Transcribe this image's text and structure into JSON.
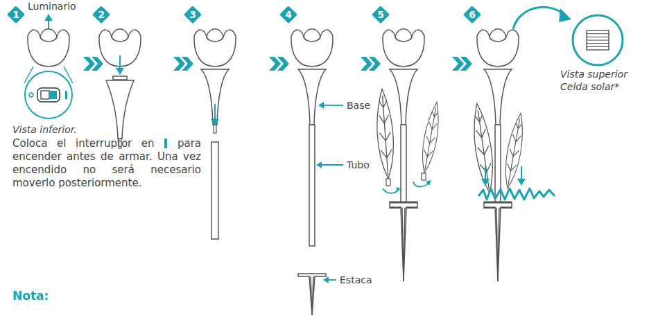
{
  "diagram": {
    "nodes": [
      {
        "text": [
          "1"
        ]
      },
      {
        "text": [
          "2"
        ]
      },
      {
        "text": [
          "3"
        ]
      },
      {
        "text": [
          "4"
        ]
      },
      {
        "text": [
          "5"
        ]
      },
      {
        "text": [
          "6"
        ]
      }
    ],
    "labels": [
      "Luminario",
      "Vista inferior.",
      "Coloca el interruptor en",
      "para encender antes de armar. Una vez encendido no será necesario moverlo posteriormente.",
      "Base",
      "Tubo",
      "Estaca",
      "Vista superior",
      "Celda solar*",
      "Nota:"
    ]
  }
}
